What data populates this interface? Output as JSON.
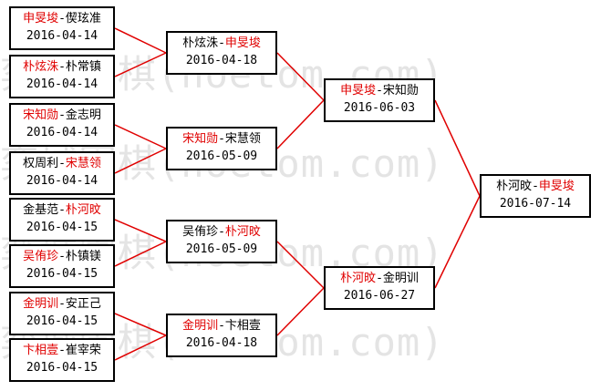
{
  "watermark": "弈城围棋(hoetom.com)",
  "colors": {
    "winner": "#e00000",
    "loser": "#000000",
    "line": "#e00000",
    "border": "#000000"
  },
  "rounds": {
    "r1": [
      {
        "left": "申旻埈",
        "right": "偰玹准",
        "winner": "left",
        "date": "2016-04-14"
      },
      {
        "left": "朴炫洙",
        "right": "朴常镇",
        "winner": "left",
        "date": "2016-04-14"
      },
      {
        "left": "宋知勋",
        "right": "金志明",
        "winner": "left",
        "date": "2016-04-14"
      },
      {
        "left": "权周利",
        "right": "宋慧领",
        "winner": "right",
        "date": "2016-04-14"
      },
      {
        "left": "金基范",
        "right": "朴河旼",
        "winner": "right",
        "date": "2016-04-15"
      },
      {
        "left": "吴侑珍",
        "right": "朴镇镁",
        "winner": "left",
        "date": "2016-04-15"
      },
      {
        "left": "金明训",
        "right": "安正己",
        "winner": "left",
        "date": "2016-04-15"
      },
      {
        "left": "卞相壹",
        "right": "崔宰荣",
        "winner": "left",
        "date": "2016-04-15"
      }
    ],
    "r2": [
      {
        "left": "朴炫洙",
        "right": "申旻埈",
        "winner": "right",
        "date": "2016-04-18"
      },
      {
        "left": "宋知勋",
        "right": "宋慧领",
        "winner": "left",
        "date": "2016-05-09"
      },
      {
        "left": "吴侑珍",
        "right": "朴河旼",
        "winner": "right",
        "date": "2016-05-09"
      },
      {
        "left": "金明训",
        "right": "卞相壹",
        "winner": "left",
        "date": "2016-04-18"
      }
    ],
    "r3": [
      {
        "left": "申旻埈",
        "right": "宋知勋",
        "winner": "left",
        "date": "2016-06-03"
      },
      {
        "left": "朴河旼",
        "right": "金明训",
        "winner": "left",
        "date": "2016-06-27"
      }
    ],
    "final": [
      {
        "left": "朴河旼",
        "right": "申旻埈",
        "winner": "right",
        "date": "2016-07-14"
      }
    ]
  }
}
